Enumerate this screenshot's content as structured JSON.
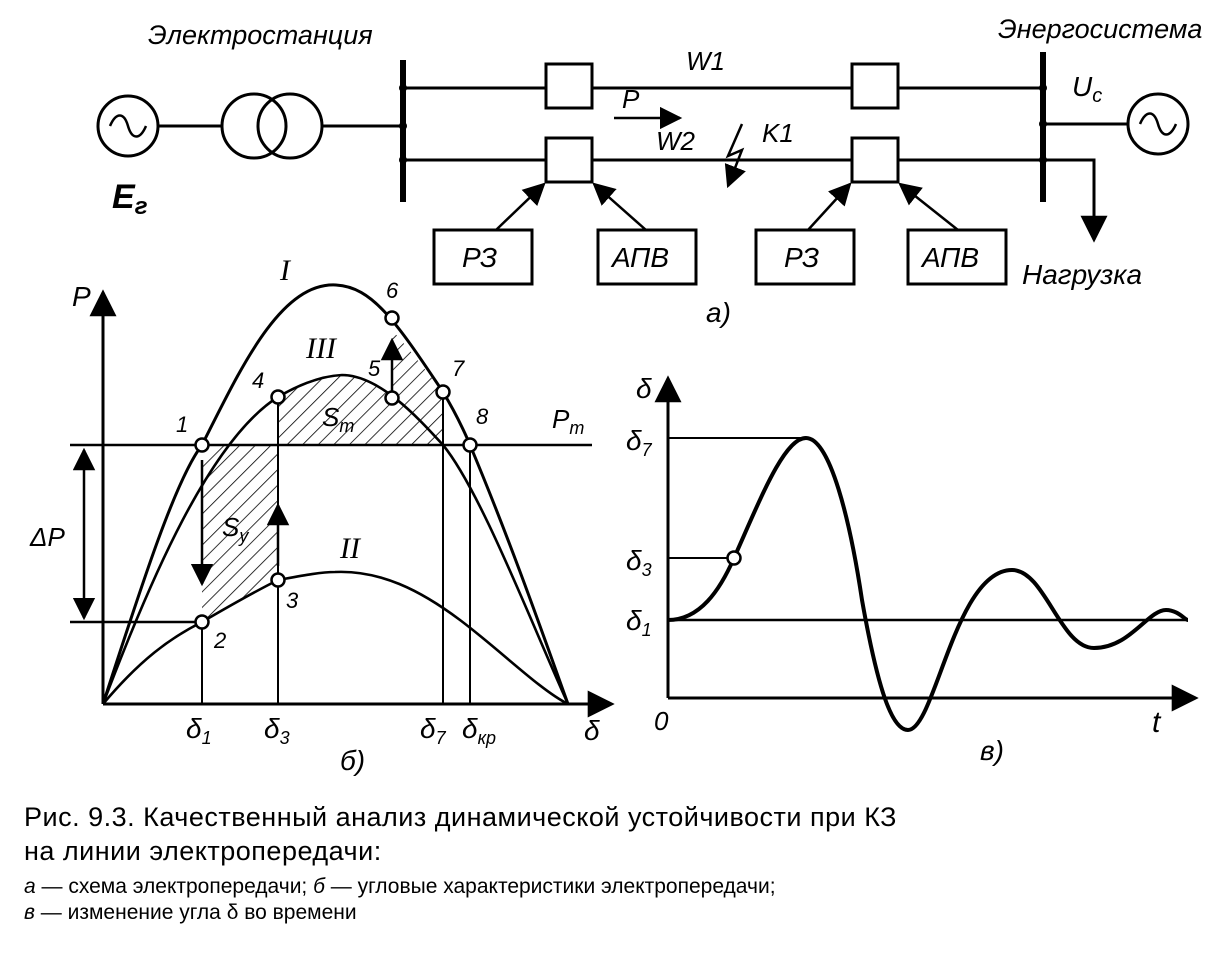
{
  "scheme": {
    "label_station": "Электростанция",
    "label_system": "Энергосистема",
    "label_eg": "E",
    "label_eg_sub": "г",
    "label_uc": "U",
    "label_uc_sub": "c",
    "line_w1": "W1",
    "line_w2": "W2",
    "label_power": "P",
    "label_fault": "K1",
    "box_rz": "РЗ",
    "box_apv": "АПВ",
    "label_load": "Нагрузка",
    "panel_letter": "а)"
  },
  "power_angle": {
    "axis_y": "P",
    "axis_x": "δ",
    "curve_1": "I",
    "curve_2": "II",
    "curve_3": "III",
    "line_pt": "P",
    "line_pt_sub": "т",
    "area_decel": "S",
    "area_decel_sub": "т",
    "area_accel": "S",
    "area_accel_sub": "у",
    "delta_p": "ΔP",
    "points": [
      "1",
      "2",
      "3",
      "4",
      "5",
      "6",
      "7",
      "8"
    ],
    "ticks": [
      {
        "main": "δ",
        "sub": "1"
      },
      {
        "main": "δ",
        "sub": "3"
      },
      {
        "main": "δ",
        "sub": "7"
      },
      {
        "main": "δ",
        "sub": "кр"
      }
    ],
    "panel_letter": "б)"
  },
  "angle_time": {
    "axis_y": "δ",
    "axis_x": "t",
    "origin": "0",
    "ticks": [
      {
        "main": "δ",
        "sub": "7"
      },
      {
        "main": "δ",
        "sub": "3"
      },
      {
        "main": "δ",
        "sub": "1"
      }
    ],
    "panel_letter": "в)"
  },
  "caption": {
    "title_line1": "Рис. 9.3. Качественный анализ динамической устойчивости при КЗ",
    "title_line2": "на линии электропередачи:",
    "legend_a_key": "а",
    "legend_a_text": " — схема электропередачи; ",
    "legend_b_key": "б",
    "legend_b_text": " — угловые характеристики электропередачи;",
    "legend_c_key": "в",
    "legend_c_text": " — изменение угла δ во времени"
  }
}
